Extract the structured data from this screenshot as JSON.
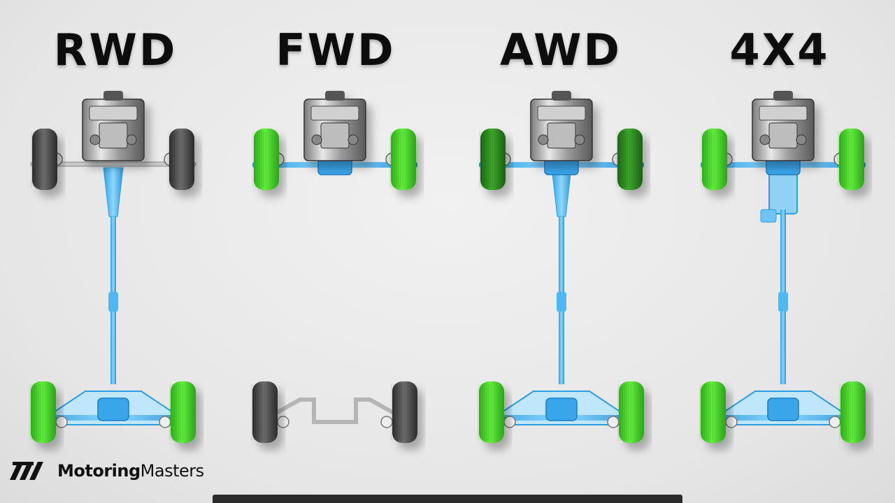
{
  "panels": [
    {
      "title": "RWD",
      "front_wheels": "tire",
      "rear_wheels": "green",
      "driveshaft": true,
      "transfer_case": false,
      "front_diff": false,
      "rear_diff": true
    },
    {
      "title": "FWD",
      "front_wheels": "green",
      "rear_wheels": "tire",
      "driveshaft": false,
      "transfer_case": false,
      "front_diff": true,
      "rear_diff": false
    },
    {
      "title": "AWD",
      "front_wheels": "darkgreen",
      "rear_wheels": "green",
      "driveshaft": true,
      "transfer_case": false,
      "front_diff": true,
      "rear_diff": true
    },
    {
      "title": "4X4",
      "front_wheels": "green",
      "rear_wheels": "green",
      "driveshaft": true,
      "transfer_case": true,
      "front_diff": true,
      "rear_diff": true
    }
  ],
  "brand": {
    "name_bold": "Motoring",
    "name_rest": "Masters"
  },
  "colors": {
    "drive_wheel": "#4fe02a",
    "drive_wheel_dark": "#2f8f22",
    "drivetrain": "#4fb8f2",
    "tire": "#4a4a4a",
    "title": "#0d0d0d"
  }
}
